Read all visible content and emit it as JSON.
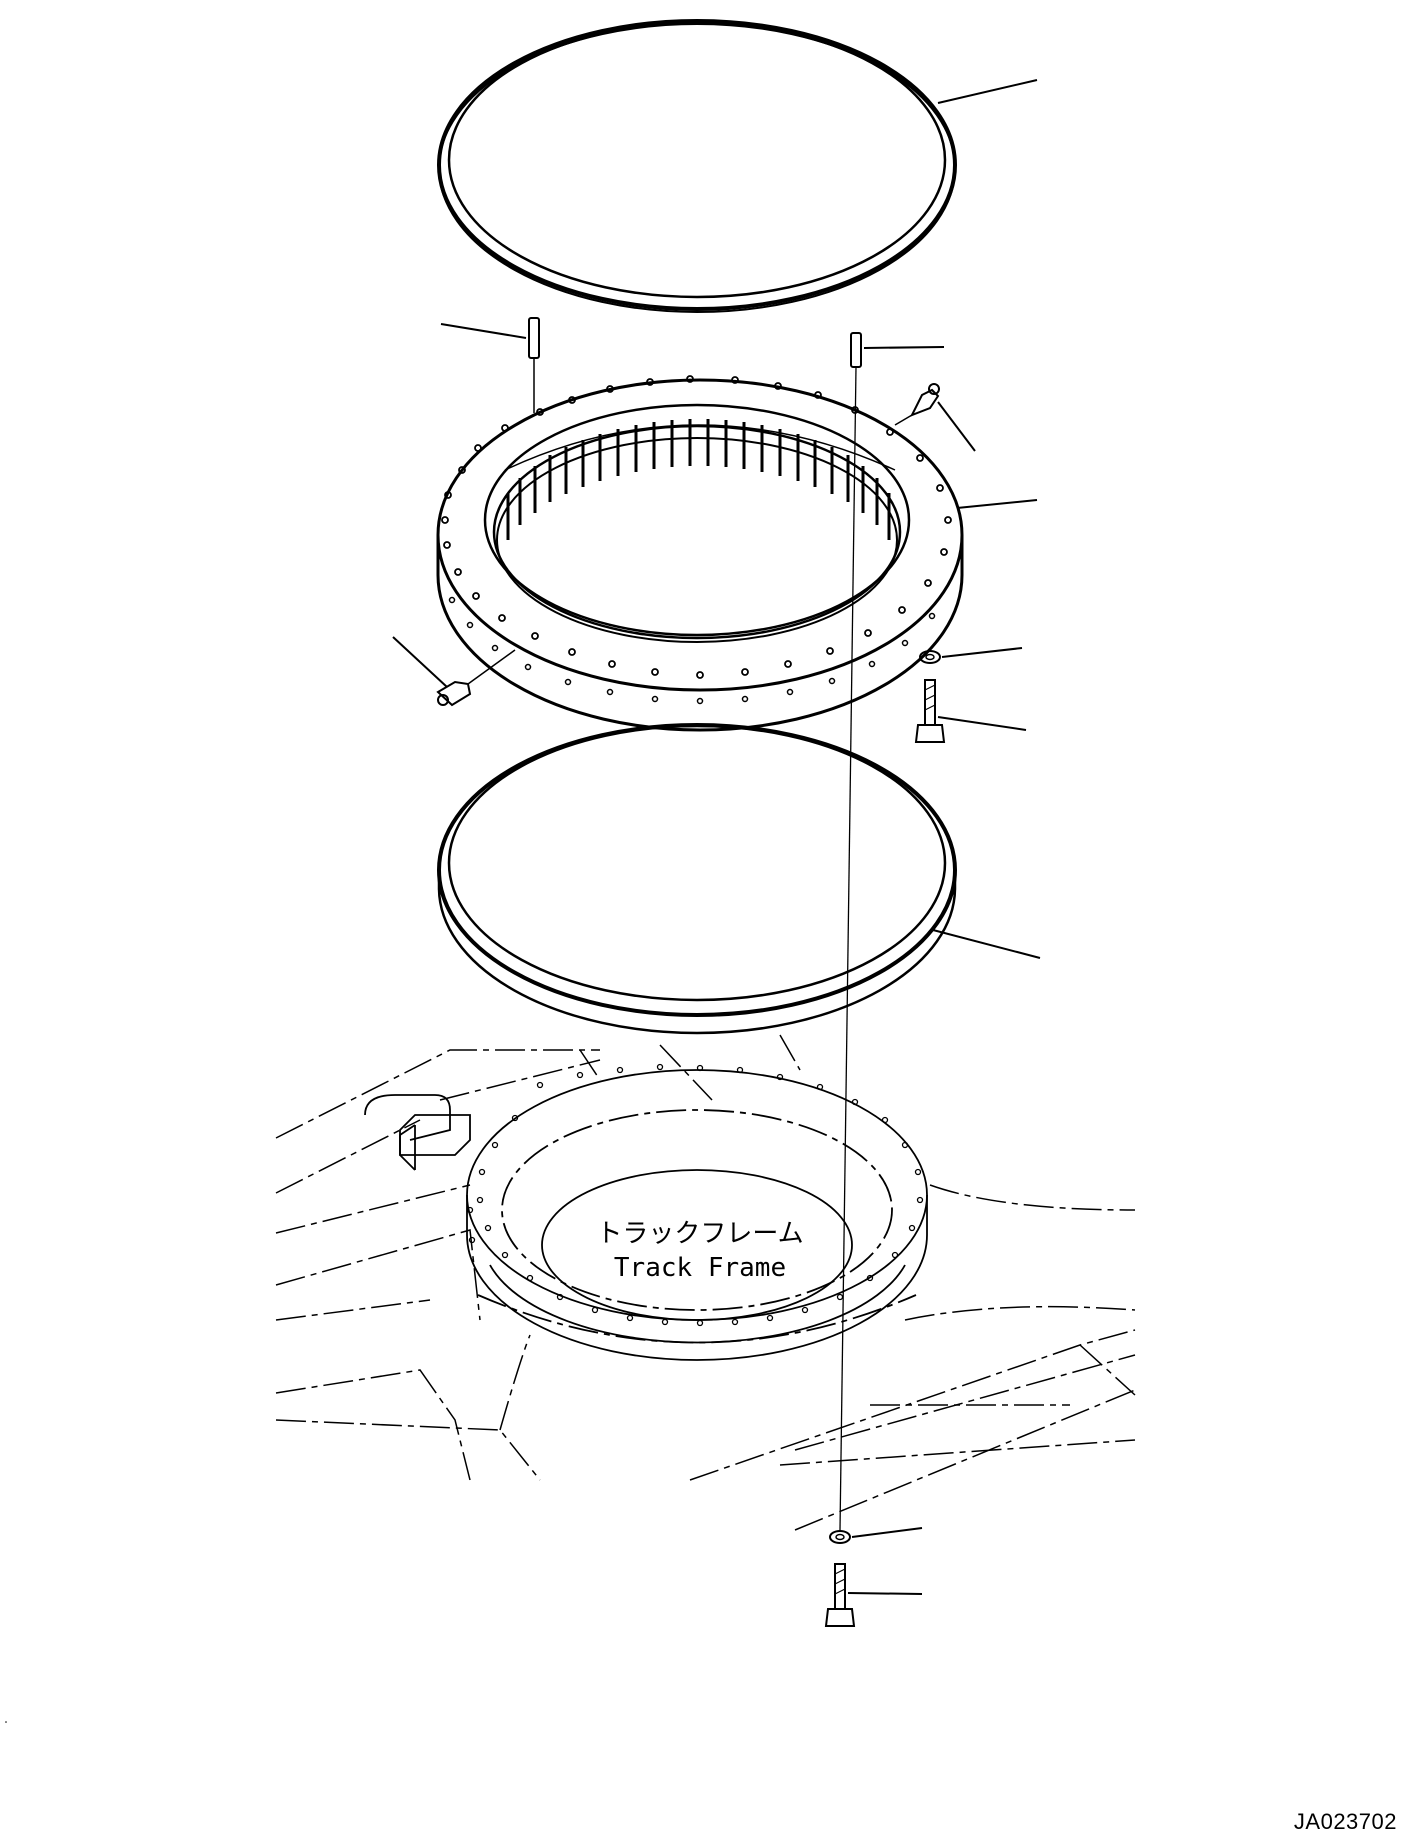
{
  "diagram": {
    "frame_label_jp": "トラックフレーム",
    "frame_label_en": "Track Frame",
    "drawing_id": "JA023702"
  }
}
